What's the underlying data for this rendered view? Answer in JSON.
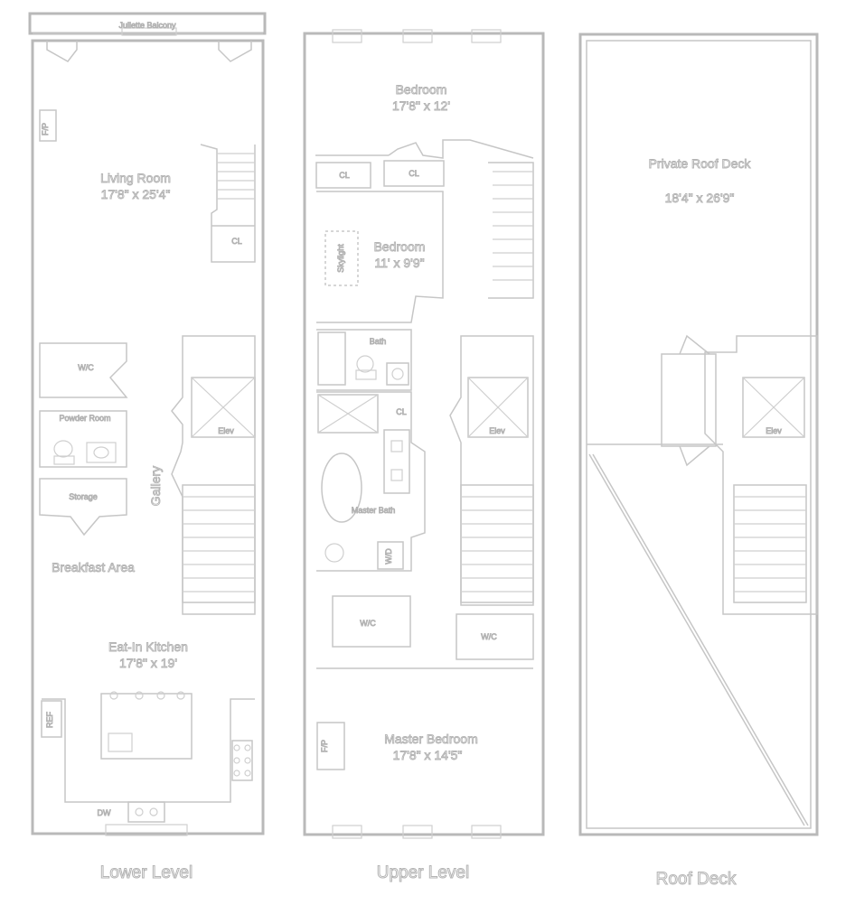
{
  "levels": [
    {
      "name": "Lower Level",
      "rooms": [
        {
          "name": "Juliette Balcony"
        },
        {
          "name": "F/P"
        },
        {
          "name": "Living Room",
          "dims": "17'8\" x 25'4\""
        },
        {
          "name": "CL"
        },
        {
          "name": "W/C"
        },
        {
          "name": "Powder Room"
        },
        {
          "name": "Storage"
        },
        {
          "name": "Gallery"
        },
        {
          "name": "Elev"
        },
        {
          "name": "Breakfast Area"
        },
        {
          "name": "Eat-In Kitchen",
          "dims": "17'8\" x 19'"
        },
        {
          "name": "REF"
        },
        {
          "name": "DW"
        }
      ]
    },
    {
      "name": "Upper Level",
      "rooms": [
        {
          "name": "Bedroom",
          "dims": "17'8\" x 12'"
        },
        {
          "name": "CL"
        },
        {
          "name": "CL"
        },
        {
          "name": "Bedroom",
          "dims": "11' x 9'9\""
        },
        {
          "name": "Skylight"
        },
        {
          "name": "Bath"
        },
        {
          "name": "CL"
        },
        {
          "name": "Elev"
        },
        {
          "name": "Master Bath"
        },
        {
          "name": "W/D"
        },
        {
          "name": "W/C"
        },
        {
          "name": "W/C"
        },
        {
          "name": "Master Bedroom",
          "dims": "17'8\" x 14'5\""
        },
        {
          "name": "F/P"
        }
      ]
    },
    {
      "name": "Roof Deck",
      "rooms": [
        {
          "name": "Private Roof Deck",
          "dims": "18'4\" x 26'9\""
        },
        {
          "name": "Elev"
        }
      ]
    }
  ]
}
